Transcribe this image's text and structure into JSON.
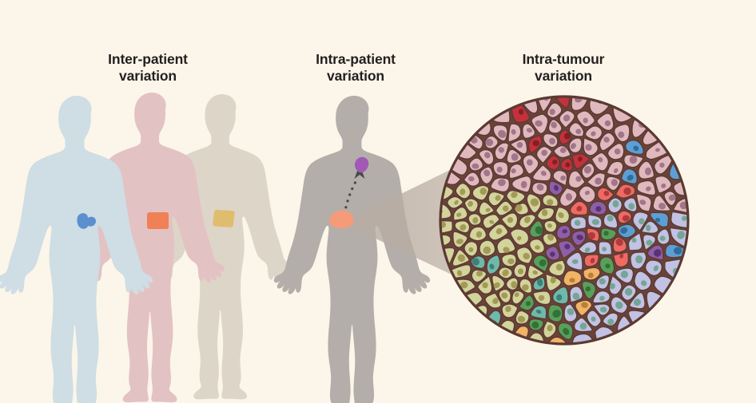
{
  "figure": {
    "background_color": "#fbf6e9",
    "text_color": "#231f20",
    "panels": [
      {
        "id": "inter-patient",
        "title_line1": "Inter-patient",
        "title_line2": "variation",
        "title": "Inter-patient\nvariation",
        "description": "Three human silhouettes of different colours, each carrying a differently coloured tumour marker on the abdomen.",
        "bodies": [
          {
            "name": "patient-1",
            "body_color": "#cfdde4",
            "tumour_color": "#5b8fd0",
            "tumour_shape": "blob"
          },
          {
            "name": "patient-2",
            "body_color": "#e3c2c4",
            "tumour_color": "#f08055",
            "tumour_shape": "square"
          },
          {
            "name": "patient-3",
            "body_color": "#ded5c9",
            "tumour_color": "#dfbd6e",
            "tumour_shape": "square"
          }
        ]
      },
      {
        "id": "intra-patient",
        "title_line1": "Intra-patient",
        "title_line2": "variation",
        "title": "Intra-patient\nvariation",
        "description": "A single grey silhouette with a salmon primary tumour in the abdomen and a purple metastasis in the chest, joined by a dotted arrow pointing upward.",
        "body": {
          "name": "patient-4",
          "body_color": "#b3aeaa"
        },
        "primary_tumour": {
          "label": "primary-tumour",
          "color": "#f59b79"
        },
        "metastasis": {
          "label": "metastasis",
          "color": "#a259b5"
        },
        "arrow": {
          "label": "metastasis-arrow",
          "style": "dotted",
          "color": "#4a4a4a",
          "direction": "up"
        }
      },
      {
        "id": "intra-tumour",
        "title_line1": "Intra-tumour",
        "title_line2": "variation",
        "title": "Intra-tumour\nvariation",
        "description": "A magnified circular cross-section of the primary tumour showing a mosaic of outlined cells in several clonal colours.",
        "magnifier": {
          "label": "magnification-cone",
          "color": "#b9ada3"
        },
        "tumour_outline_color": "#5b3a32",
        "clones": [
          {
            "name": "clone-pink",
            "color": "#e0b9bf",
            "nucleus": "#9d6f84",
            "region": "top",
            "share_pct": 38
          },
          {
            "name": "clone-green",
            "color": "#d2d49b",
            "nucleus": "#a09552",
            "region": "bottom-left",
            "share_pct": 30
          },
          {
            "name": "clone-lavender",
            "color": "#c1c2e4",
            "nucleus": "#6fa38d",
            "region": "right",
            "share_pct": 26
          },
          {
            "name": "clone-red",
            "color": "#c4313c",
            "nucleus": "#7d1d25",
            "region": "top-left rare",
            "share_pct": 1.5
          },
          {
            "name": "clone-coral",
            "color": "#ef6a63",
            "nucleus": "#a8373a",
            "region": "mid scattered",
            "share_pct": 1.5
          },
          {
            "name": "clone-purple",
            "color": "#8e5fa8",
            "nucleus": "#553070",
            "region": "mid scattered",
            "share_pct": 1
          },
          {
            "name": "clone-blue",
            "color": "#5d9fd4",
            "nucleus": "#2c6894",
            "region": "right edge",
            "share_pct": 1
          },
          {
            "name": "clone-darkgreen",
            "color": "#58a05a",
            "nucleus": "#2f6d37",
            "region": "lower middle",
            "share_pct": 0.6
          },
          {
            "name": "clone-teal",
            "color": "#6fb9ab",
            "nucleus": "#3a7d72",
            "region": "bottom-left",
            "share_pct": 0.2
          },
          {
            "name": "clone-orange",
            "color": "#f0b367",
            "nucleus": "#b47c33",
            "region": "lower middle",
            "share_pct": 0.2
          }
        ]
      }
    ]
  }
}
